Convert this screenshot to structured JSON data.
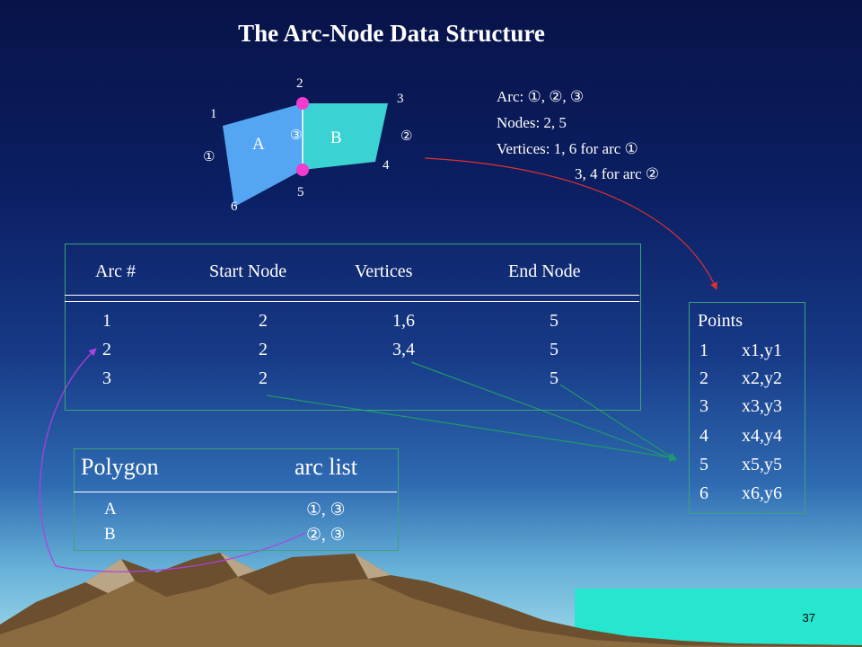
{
  "title": "The Arc-Node Data Structure",
  "diagram": {
    "point_labels": [
      "1",
      "2",
      "3",
      "4",
      "5",
      "6"
    ],
    "polygon_labels": [
      "A",
      "B"
    ],
    "arc_labels": [
      "①",
      "②",
      "③"
    ],
    "colors": {
      "polygon_a": "#55a6f2",
      "polygon_b": "#3ad2d2",
      "node": "#f23ccf"
    }
  },
  "info": {
    "arc_line": "Arc: ①, ②, ③",
    "nodes_line": "Nodes: 2, 5",
    "vertices_line1": "Vertices: 1, 6 for arc ①",
    "vertices_line2": "3, 4 for arc ②"
  },
  "arc_table": {
    "headers": [
      "Arc #",
      "Start Node",
      "Vertices",
      "End Node"
    ],
    "rows": [
      [
        "1",
        "2",
        "1,6",
        "5"
      ],
      [
        "2",
        "2",
        "3,4",
        "5"
      ],
      [
        "3",
        "2",
        "",
        "5"
      ]
    ]
  },
  "polygon_table": {
    "headers": [
      "Polygon",
      "arc list"
    ],
    "rows": [
      [
        "A",
        "①, ③"
      ],
      [
        "B",
        "②, ③"
      ]
    ]
  },
  "points_table": {
    "header": "Points",
    "rows": [
      [
        "1",
        "x1,y1"
      ],
      [
        "2",
        "x2,y2"
      ],
      [
        "3",
        "x3,y3"
      ],
      [
        "4",
        "x4,y4"
      ],
      [
        "5",
        "x5,y5"
      ],
      [
        "6",
        "x6,y6"
      ]
    ]
  },
  "page_number": "37"
}
